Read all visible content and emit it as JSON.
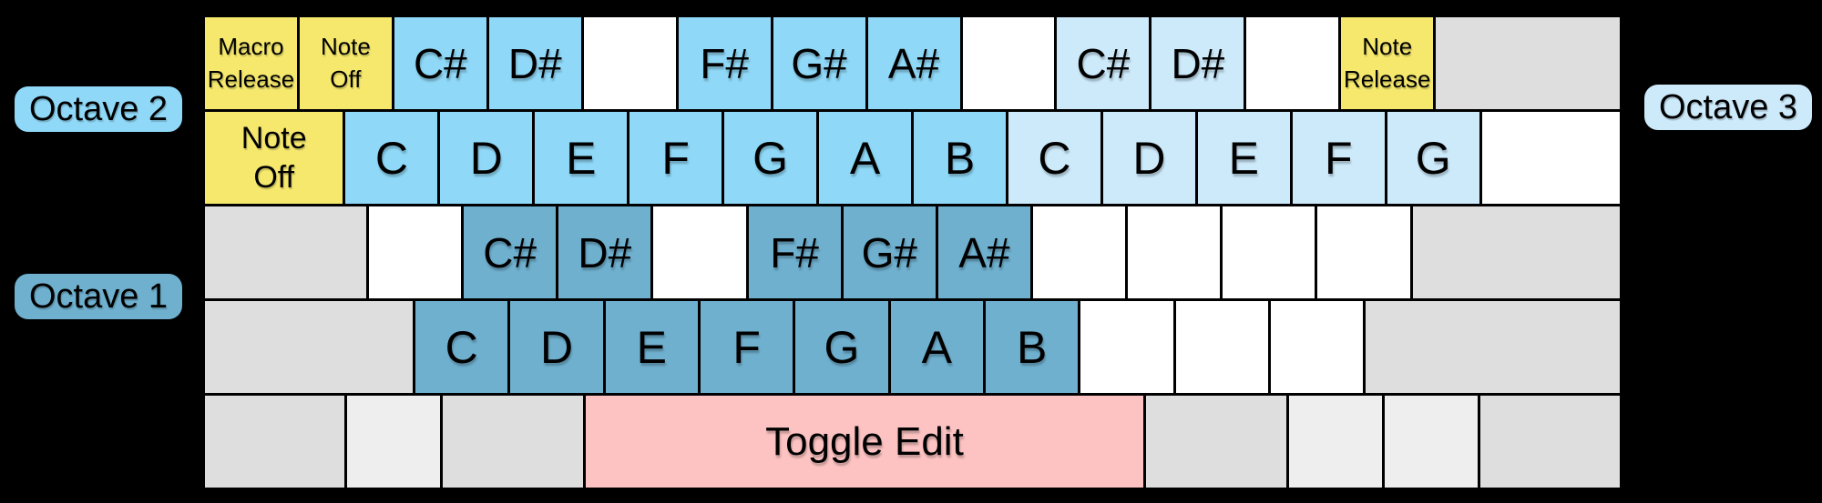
{
  "colors": {
    "background": "#000000",
    "key_border": "#000000",
    "yellow": "#F5E86D",
    "octave1_blue": "#6FB0CF",
    "octave2_blue": "#8FD8F7",
    "octave3_blue": "#CDEAFB",
    "pink": "#FCC3C2",
    "gray": "#DEDEDE",
    "light_gray": "#EEEEEE",
    "white": "#FFFFFF"
  },
  "labels": {
    "octave1": "Octave 1",
    "octave2": "Octave 2",
    "octave3": "Octave 3"
  },
  "keyboard": {
    "rows": [
      {
        "keys": [
          {
            "u": 1,
            "color": "yellow",
            "label": "Macro\nRelease",
            "size": "small"
          },
          {
            "u": 1,
            "color": "yellow",
            "label": "Note\nOff",
            "size": "small"
          },
          {
            "u": 1,
            "color": "octave2_blue",
            "label": "C#",
            "size": "sharp"
          },
          {
            "u": 1,
            "color": "octave2_blue",
            "label": "D#",
            "size": "sharp"
          },
          {
            "u": 1,
            "color": "white",
            "label": ""
          },
          {
            "u": 1,
            "color": "octave2_blue",
            "label": "F#",
            "size": "sharp"
          },
          {
            "u": 1,
            "color": "octave2_blue",
            "label": "G#",
            "size": "sharp"
          },
          {
            "u": 1,
            "color": "octave2_blue",
            "label": "A#",
            "size": "sharp"
          },
          {
            "u": 1,
            "color": "white",
            "label": ""
          },
          {
            "u": 1,
            "color": "octave3_blue",
            "label": "C#",
            "size": "sharp"
          },
          {
            "u": 1,
            "color": "octave3_blue",
            "label": "D#",
            "size": "sharp"
          },
          {
            "u": 1,
            "color": "white",
            "label": ""
          },
          {
            "u": 1,
            "color": "yellow",
            "label": "Note\nRelease",
            "size": "small"
          },
          {
            "u": 2,
            "color": "gray",
            "label": ""
          }
        ]
      },
      {
        "keys": [
          {
            "u": 1.5,
            "color": "yellow",
            "label": "Note\nOff",
            "size": "medium"
          },
          {
            "u": 1,
            "color": "octave2_blue",
            "label": "C"
          },
          {
            "u": 1,
            "color": "octave2_blue",
            "label": "D"
          },
          {
            "u": 1,
            "color": "octave2_blue",
            "label": "E"
          },
          {
            "u": 1,
            "color": "octave2_blue",
            "label": "F"
          },
          {
            "u": 1,
            "color": "octave2_blue",
            "label": "G"
          },
          {
            "u": 1,
            "color": "octave2_blue",
            "label": "A"
          },
          {
            "u": 1,
            "color": "octave2_blue",
            "label": "B"
          },
          {
            "u": 1,
            "color": "octave3_blue",
            "label": "C"
          },
          {
            "u": 1,
            "color": "octave3_blue",
            "label": "D"
          },
          {
            "u": 1,
            "color": "octave3_blue",
            "label": "E"
          },
          {
            "u": 1,
            "color": "octave3_blue",
            "label": "F"
          },
          {
            "u": 1,
            "color": "octave3_blue",
            "label": "G"
          },
          {
            "u": 1.5,
            "color": "white",
            "label": ""
          }
        ]
      },
      {
        "keys": [
          {
            "u": 1.75,
            "color": "gray",
            "label": ""
          },
          {
            "u": 1,
            "color": "white",
            "label": ""
          },
          {
            "u": 1,
            "color": "octave1_blue",
            "label": "C#",
            "size": "sharp"
          },
          {
            "u": 1,
            "color": "octave1_blue",
            "label": "D#",
            "size": "sharp"
          },
          {
            "u": 1,
            "color": "white",
            "label": ""
          },
          {
            "u": 1,
            "color": "octave1_blue",
            "label": "F#",
            "size": "sharp"
          },
          {
            "u": 1,
            "color": "octave1_blue",
            "label": "G#",
            "size": "sharp"
          },
          {
            "u": 1,
            "color": "octave1_blue",
            "label": "A#",
            "size": "sharp"
          },
          {
            "u": 1,
            "color": "white",
            "label": ""
          },
          {
            "u": 1,
            "color": "white",
            "label": ""
          },
          {
            "u": 1,
            "color": "white",
            "label": ""
          },
          {
            "u": 1,
            "color": "white",
            "label": ""
          },
          {
            "u": 2.25,
            "color": "gray",
            "label": ""
          }
        ]
      },
      {
        "keys": [
          {
            "u": 2.25,
            "color": "gray",
            "label": ""
          },
          {
            "u": 1,
            "color": "octave1_blue",
            "label": "C"
          },
          {
            "u": 1,
            "color": "octave1_blue",
            "label": "D"
          },
          {
            "u": 1,
            "color": "octave1_blue",
            "label": "E"
          },
          {
            "u": 1,
            "color": "octave1_blue",
            "label": "F"
          },
          {
            "u": 1,
            "color": "octave1_blue",
            "label": "G"
          },
          {
            "u": 1,
            "color": "octave1_blue",
            "label": "A"
          },
          {
            "u": 1,
            "color": "octave1_blue",
            "label": "B"
          },
          {
            "u": 1,
            "color": "white",
            "label": ""
          },
          {
            "u": 1,
            "color": "white",
            "label": ""
          },
          {
            "u": 1,
            "color": "white",
            "label": ""
          },
          {
            "u": 2.75,
            "color": "gray",
            "label": ""
          }
        ]
      },
      {
        "keys": [
          {
            "u": 1.5,
            "color": "gray",
            "label": ""
          },
          {
            "u": 1,
            "color": "light_gray",
            "label": ""
          },
          {
            "u": 1.5,
            "color": "gray",
            "label": ""
          },
          {
            "u": 6,
            "color": "pink",
            "label": "Toggle Edit",
            "size": "space"
          },
          {
            "u": 1.5,
            "color": "gray",
            "label": ""
          },
          {
            "u": 1,
            "color": "light_gray",
            "label": ""
          },
          {
            "u": 1,
            "color": "light_gray",
            "label": ""
          },
          {
            "u": 1.5,
            "color": "gray",
            "label": ""
          }
        ]
      }
    ]
  }
}
